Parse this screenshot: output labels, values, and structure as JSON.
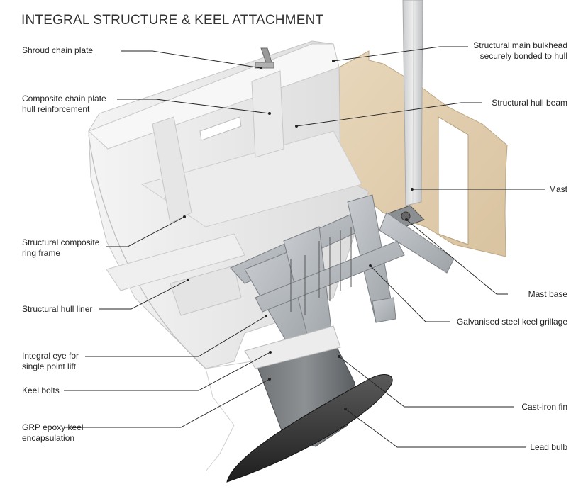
{
  "title": "INTEGRAL STRUCTURE & KEEL ATTACHMENT",
  "labels": {
    "shroud_chain_plate": "Shroud chain plate",
    "composite_chain_plate_1": "Composite chain plate",
    "composite_chain_plate_2": "hull reinforcement",
    "ring_frame_1": "Structural composite",
    "ring_frame_2": "ring frame",
    "hull_liner": "Structural hull liner",
    "integral_eye_1": "Integral eye for",
    "integral_eye_2": "single point lift",
    "keel_bolts": "Keel bolts",
    "grp_1": "GRP epoxy keel",
    "grp_2": "encapsulation",
    "bulkhead_1": "Structural main bulkhead",
    "bulkhead_2": "securely bonded to hull",
    "hull_beam": "Structural hull beam",
    "mast": "Mast",
    "mast_base": "Mast base",
    "keel_grillage": "Galvanised steel keel grillage",
    "cast_iron_fin": "Cast-iron fin",
    "lead_bulb": "Lead bulb"
  }
}
